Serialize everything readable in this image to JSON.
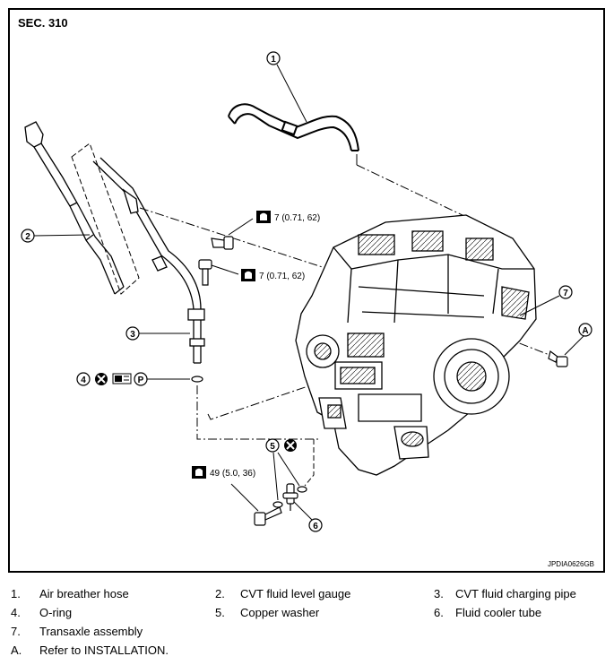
{
  "section": "SEC. 310",
  "image_ref": "JPDIA0626GB",
  "callouts": {
    "c1": "1",
    "c2": "2",
    "c3": "3",
    "c4": "4",
    "c5": "5",
    "c6": "6",
    "c7": "7",
    "cA": "A",
    "cP": "P"
  },
  "torque": {
    "bolt_upper": "7 (0.71, 62)",
    "bolt_gauge": "7 (0.71, 62)",
    "bolt_tube": "49 (5.0, 36)"
  },
  "legend": [
    {
      "num": "1.",
      "text": "Air breather hose"
    },
    {
      "num": "2.",
      "text": "CVT fluid level gauge"
    },
    {
      "num": "3.",
      "text": "CVT fluid charging pipe"
    },
    {
      "num": "4.",
      "text": "O-ring"
    },
    {
      "num": "5.",
      "text": "Copper washer"
    },
    {
      "num": "6.",
      "text": "Fluid cooler tube"
    },
    {
      "num": "7.",
      "text": "Transaxle assembly"
    },
    {
      "num": "A.",
      "text": "Refer to INSTALLATION."
    }
  ]
}
